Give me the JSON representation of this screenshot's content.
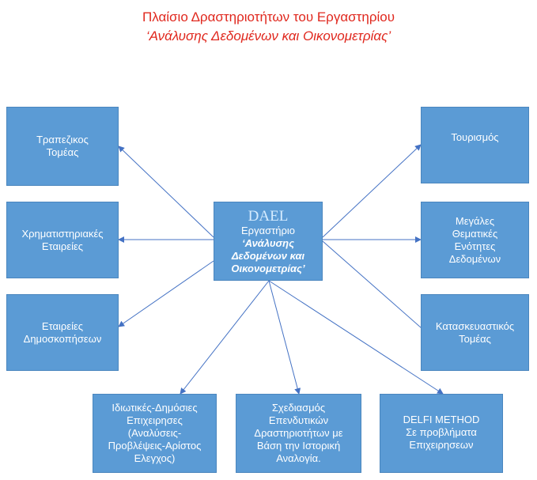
{
  "title": {
    "line1": "Πλαίσιο  Δραστηριοτήτων του Εργαστηρίου",
    "line2": "‘Ανάλυσης Δεδομένων και Οικονομετρίας’"
  },
  "center": {
    "brand": "DAEL",
    "line1": "Εργαστήριο",
    "line2": "‘Ανάλυσης",
    "line3": "Δεδομένων και",
    "line4": "Οικονομετρίας’"
  },
  "left": {
    "banking": [
      "Τραπεζικος",
      "Τομέας"
    ],
    "stock": [
      "Χρηματιστηριακές",
      "Εταιρείες"
    ],
    "polling": [
      "Εταιρείες",
      "Δημοσκοπήσεων"
    ]
  },
  "right": {
    "tourism": [
      "Τουρισμός"
    ],
    "bigdata": [
      "Μεγάλες",
      "Θεματικές",
      "Ενότητες",
      "Δεδομένων"
    ],
    "construction": [
      "Κατασκευαστικός",
      "Τομέας"
    ]
  },
  "bottom": {
    "enterprises": [
      "Ιδιωτικές-Δημόσιες",
      "Επιχειρησες",
      "(Αναλύσεις-",
      "Προβλέψεις-Αρίστος",
      "Ελεγχος)"
    ],
    "investment": [
      "Σχεδιασμός",
      "Επενδυτικών",
      "Δραστηριοτήτων με",
      "Βάση την Ιστορική",
      "Αναλογία."
    ],
    "delfi": [
      "DELFI  METHOD",
      "Σε προβλήματα",
      "Επιχειρησεων"
    ]
  },
  "colors": {
    "box": "#5b9bd5",
    "title": "#e0281e",
    "arrow": "#4472c4"
  }
}
